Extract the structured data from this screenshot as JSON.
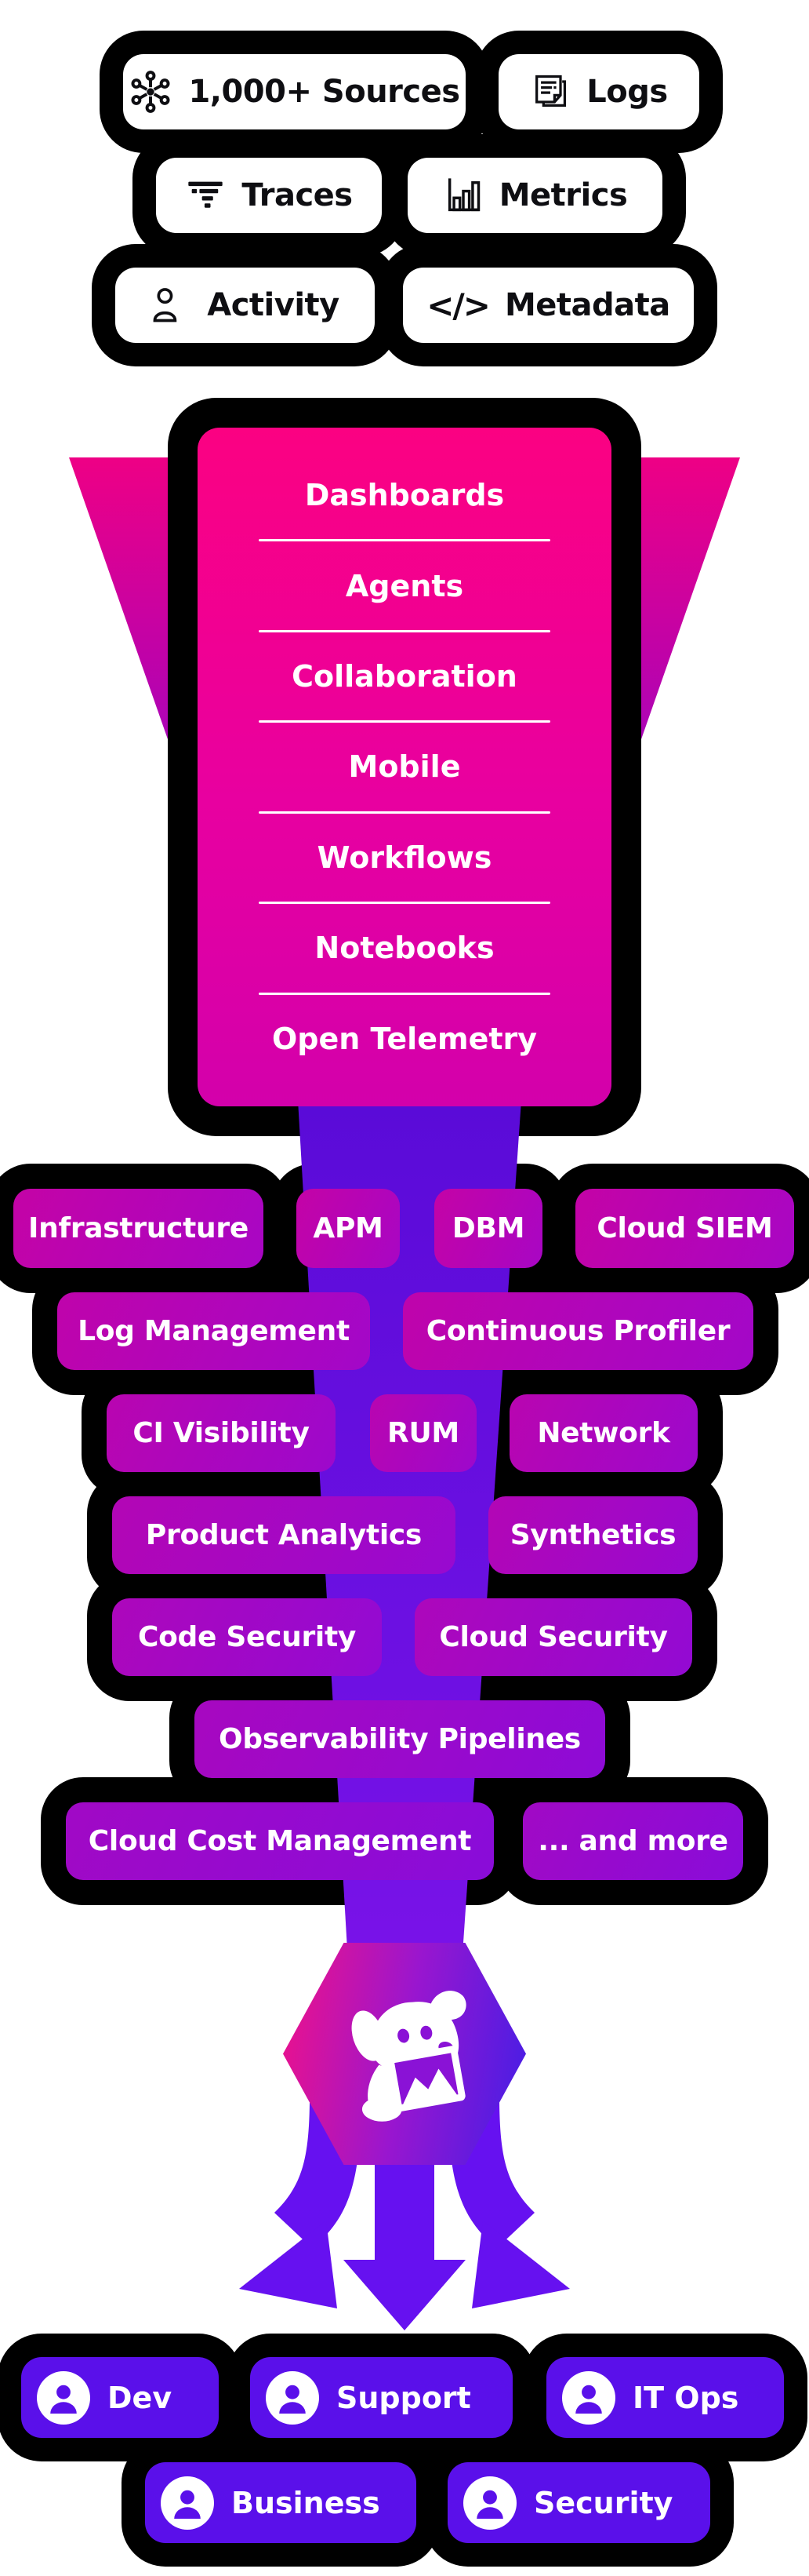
{
  "colors": {
    "funnel_pink_top": "#fb0182",
    "funnel_pink_bottom": "#d300ab",
    "stem_violet": "#5a0bd8",
    "product_pill_purple": "#a806c4",
    "persona_violet": "#5a10ea",
    "blob_black": "#000000"
  },
  "sources": {
    "items": [
      {
        "label": "1,000+ Sources",
        "icon": "hub-icon"
      },
      {
        "label": "Logs",
        "icon": "logs-document-icon"
      },
      {
        "label": "Traces",
        "icon": "trace-flamegraph-icon"
      },
      {
        "label": "Metrics",
        "icon": "bar-chart-icon"
      },
      {
        "label": "Activity",
        "icon": "person-outline-icon"
      },
      {
        "label": "Metadata",
        "icon": "code-icon",
        "glyph": "</>"
      }
    ]
  },
  "funnel": {
    "items": [
      "Dashboards",
      "Agents",
      "Collaboration",
      "Mobile",
      "Workflows",
      "Notebooks",
      "Open Telemetry"
    ]
  },
  "products": {
    "rows": [
      [
        "Infrastructure",
        "APM",
        "DBM",
        "Cloud SIEM"
      ],
      [
        "Log Management",
        "Continuous Profiler"
      ],
      [
        "CI Visibility",
        "RUM",
        "Network"
      ],
      [
        "Product Analytics",
        "Synthetics"
      ],
      [
        "Code Security",
        "Cloud Security"
      ],
      [
        "Observability Pipelines"
      ],
      [
        "Cloud Cost Management",
        "... and more"
      ]
    ]
  },
  "logo": {
    "name": "datadog-dog-logo"
  },
  "personas": {
    "items": [
      "Dev",
      "Support",
      "IT Ops",
      "Business",
      "Security"
    ]
  }
}
